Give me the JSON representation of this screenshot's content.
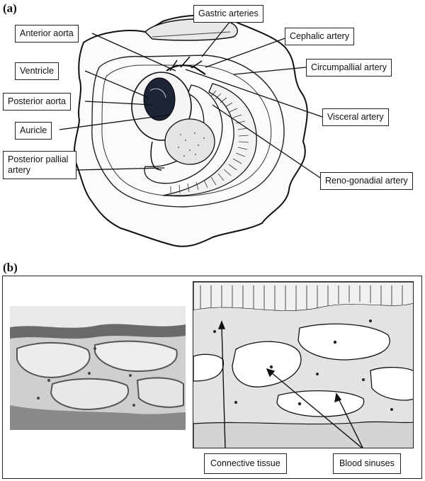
{
  "panel_a": {
    "letter": "(a)",
    "labels": {
      "gastric_arteries": "Gastric arteries",
      "anterior_aorta": "Anterior aorta",
      "cephalic_artery": "Cephalic artery",
      "ventricle": "Ventricle",
      "circumpallial_artery": "Circumpallial artery",
      "posterior_aorta": "Posterior aorta",
      "visceral_artery": "Visceral artery",
      "auricle": "Auricle",
      "posterior_pallial_artery": "Posterior pallial artery",
      "reno_gonadial_artery": "Reno-gonadial artery"
    }
  },
  "panel_b": {
    "letter": "(b)",
    "labels": {
      "connective_tissue": "Connective tissue",
      "blood_sinuses": "Blood sinuses"
    }
  }
}
